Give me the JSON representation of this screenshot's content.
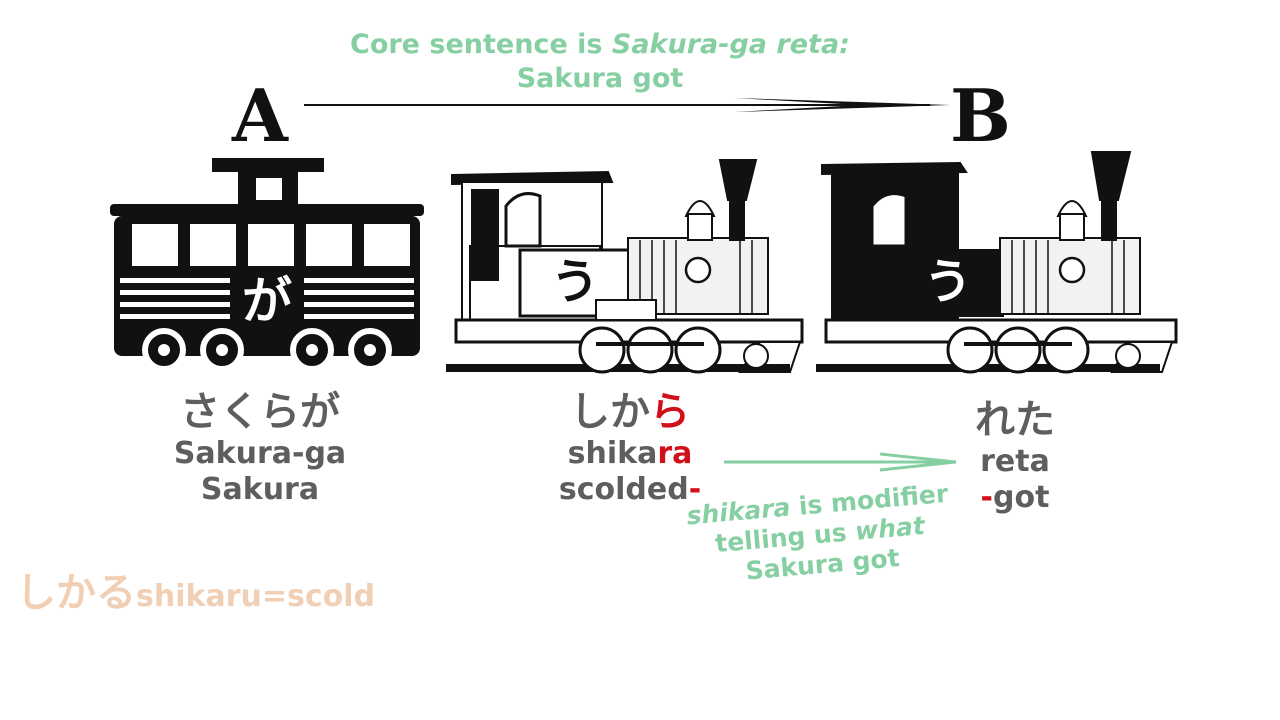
{
  "top_note": {
    "line1_prefix": "Core sentence is ",
    "line1_italic": "Sakura-ga reta:",
    "line2": "Sakura got"
  },
  "labels": {
    "a": "A",
    "b": "B"
  },
  "car": {
    "kana": "が"
  },
  "engines": {
    "kana": "う"
  },
  "col_a": {
    "jp": "さくらが",
    "romaji": "Sakura-ga",
    "english": "Sakura"
  },
  "col_m": {
    "jp_main": "しか",
    "jp_red": "ら",
    "romaji_main": "shika",
    "romaji_red": "ra",
    "english_main": "scolded",
    "english_red": "-"
  },
  "col_b": {
    "jp": "れた",
    "romaji": "reta",
    "english_red": "-",
    "english_main": "got"
  },
  "modifier_note": {
    "italic1": "shikara",
    "text1": " is modifier",
    "text2": "telling us ",
    "italic2": "what",
    "text3": "Sakura got"
  },
  "dictionary": {
    "jp": "しかる",
    "entry": "shikaru=scold"
  },
  "colors": {
    "note_green": "#86cfa2",
    "label_gray": "#5e5e5e",
    "accent_red": "#d0101a",
    "dict_peach": "#f0cfb5"
  }
}
